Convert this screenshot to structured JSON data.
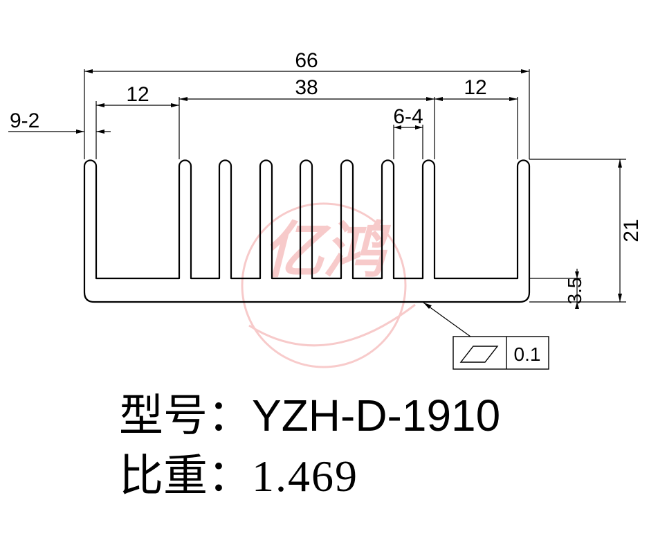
{
  "drawing": {
    "dimensions": {
      "overall_width": "66",
      "left_bay": "12",
      "middle_span": "38",
      "right_bay": "12",
      "outer_fin_thickness": "9-2",
      "inner_fin_thickness": "6-4",
      "height": "21",
      "base_thickness": "3.5"
    },
    "flatness_tolerance": "0.1",
    "watermark": "亿鸿"
  },
  "caption": {
    "model_label": "型号：",
    "model_value": "YZH-D-1910",
    "weight_label": "比重：",
    "weight_value": "1.469"
  },
  "colors": {
    "line": "#000000",
    "watermark": "#f2a0a0"
  }
}
